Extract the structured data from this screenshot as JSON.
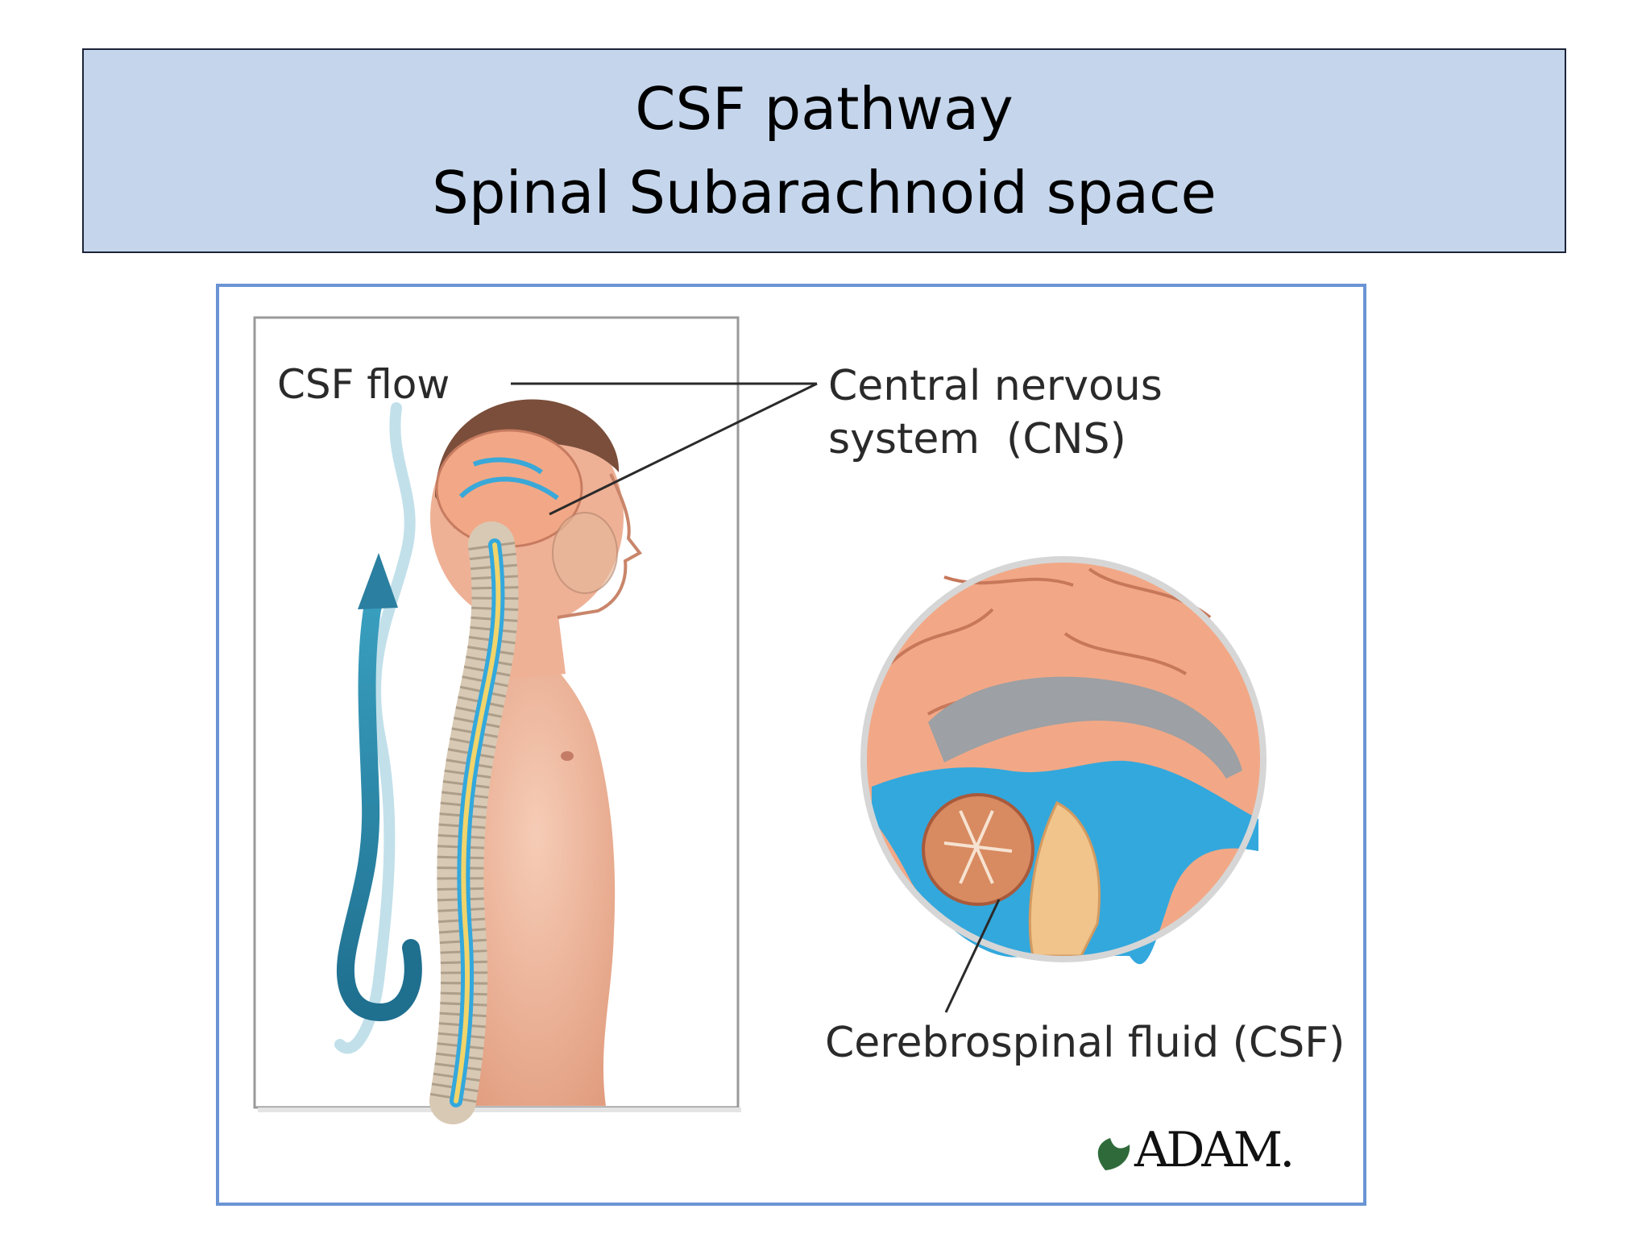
{
  "title": {
    "line1": "CSF pathway",
    "line2": "Spinal Subarachnoid space"
  },
  "figure": {
    "labels": {
      "csf_flow": "CSF flow",
      "cns": "Central nervous\nsystem  (CNS)",
      "csf": "Cerebrospinal fluid (CSF)"
    },
    "logo_text": "ADAM.",
    "icons": {
      "flow_arrow": "curved-up-arrow-icon",
      "logo_mark": "leaf-icon"
    }
  },
  "colors": {
    "title_bg": "#c5d6ec",
    "frame_border": "#6a94d4",
    "csf_blue": "#33a8dd",
    "flow_arrow": "#2b7fa0",
    "skin": "#f0b9a0",
    "brain": "#f2a886"
  }
}
